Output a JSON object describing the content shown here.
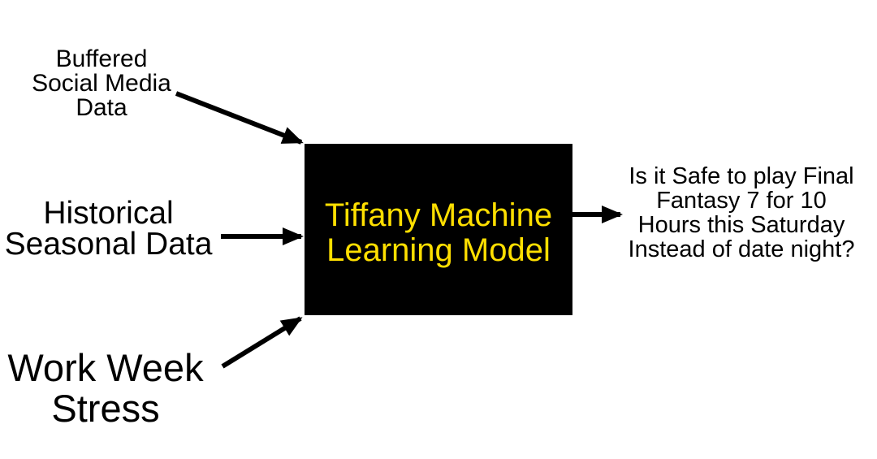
{
  "colors": {
    "background": "#FFFFFF",
    "arrow": "#000000",
    "label-text": "#000000",
    "model-bg": "#000000",
    "model-text": "#FFDF00"
  },
  "diagram": {
    "inputs": [
      {
        "name": "Buffered Social Media Data",
        "lines": [
          "Buffered",
          "Social Media",
          "Data"
        ]
      },
      {
        "name": "Historical Seasonal Data",
        "lines": [
          "Historical",
          "Seasonal Data"
        ]
      },
      {
        "name": "Work Week Stress",
        "lines": [
          "Work Week",
          "Stress"
        ]
      }
    ],
    "model": {
      "name": "Tiffany Machine Learning Model",
      "lines": [
        "Tiffany Machine",
        "Learning Model"
      ]
    },
    "output": {
      "name": "Is it Safe to play Final Fantasy 7 for 10 Hours this Saturday Instead of date night?",
      "lines": [
        "Is it Safe to play Final",
        "Fantasy 7 for 10",
        "Hours this Saturday",
        "Instead of date night?"
      ]
    }
  }
}
